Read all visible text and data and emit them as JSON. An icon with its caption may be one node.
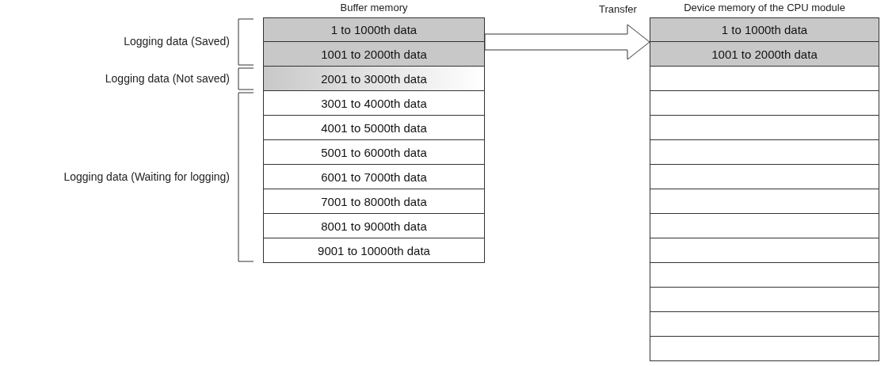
{
  "diagram": {
    "nodes": [
      {
        "text": [
          "Buffer memory"
        ]
      },
      {
        "text": [
          "1 to 1000th data"
        ],
        "in": 0
      },
      {
        "text": [
          "1001 to 2000th data"
        ],
        "in": 0
      },
      {
        "text": [
          "2001 to 3000th data"
        ],
        "in": 0
      },
      {
        "text": [
          "3001 to 4000th data"
        ],
        "in": 0
      },
      {
        "text": [
          "4001 to 5000th data"
        ],
        "in": 0
      },
      {
        "text": [
          "5001 to 6000th data"
        ],
        "in": 0
      },
      {
        "text": [
          "6001 to 7000th data"
        ],
        "in": 0
      },
      {
        "text": [
          "7001 to 8000th data"
        ],
        "in": 0
      },
      {
        "text": [
          "8001 to 9000th data"
        ],
        "in": 0
      },
      {
        "text": [
          "9001 to 10000th data"
        ],
        "in": 0
      },
      {
        "text": [
          "Device memory of the CPU module"
        ]
      },
      {
        "text": [
          "1 to 1000th data"
        ],
        "in": 11
      },
      {
        "text": [
          "1001 to 2000th data"
        ],
        "in": 11
      },
      {
        "text": [],
        "shape": "box",
        "in": 11
      },
      {
        "text": [],
        "shape": "box",
        "in": 11
      },
      {
        "text": [],
        "shape": "box",
        "in": 11
      },
      {
        "text": [],
        "shape": "box",
        "in": 11
      },
      {
        "text": [],
        "shape": "box",
        "in": 11
      },
      {
        "text": [],
        "shape": "box",
        "in": 11
      },
      {
        "text": [],
        "shape": "box",
        "in": 11
      },
      {
        "text": [],
        "shape": "box",
        "in": 11
      },
      {
        "text": [],
        "shape": "box",
        "in": 11
      },
      {
        "text": [],
        "shape": "box",
        "in": 11
      },
      {
        "text": [],
        "shape": "box",
        "in": 11
      },
      {
        "text": [],
        "shape": "box",
        "in": 11
      }
    ],
    "edges": [
      {
        "from": 0,
        "to": 11,
        "arrow": "to",
        "label": "Transfer"
      }
    ],
    "labels": [
      "Logging data (Saved)",
      "Logging data (Not saved)",
      "Logging data (Waiting for logging)"
    ]
  }
}
